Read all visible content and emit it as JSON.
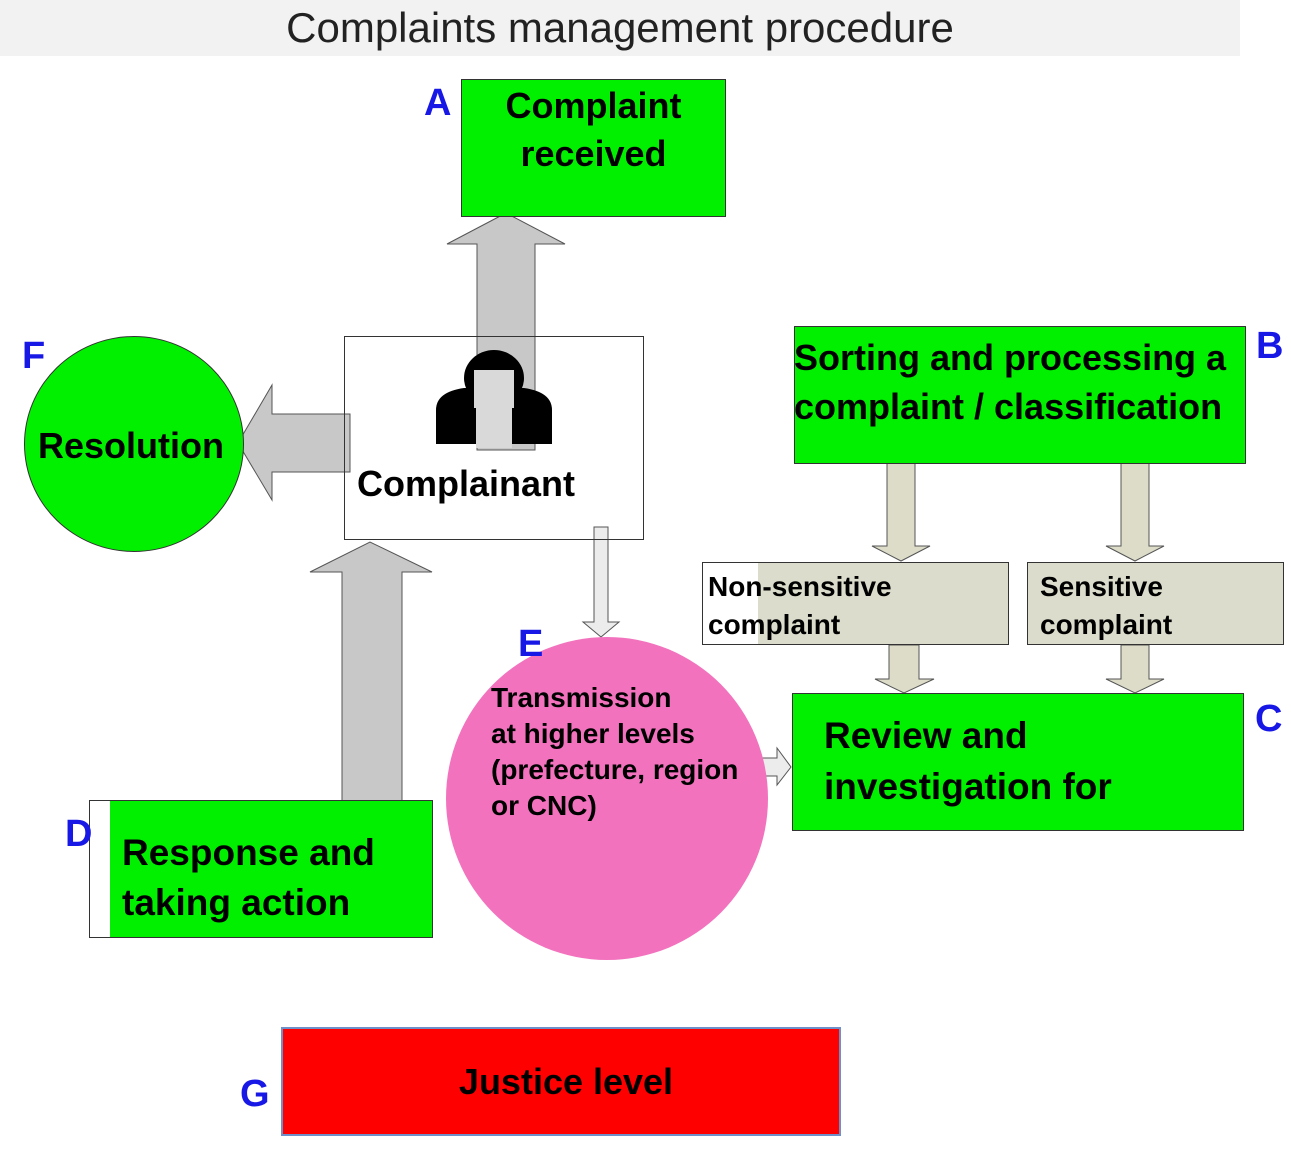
{
  "title": "Complaints management procedure",
  "nodes": {
    "complaint_received": {
      "letter": "A",
      "line1": "Complaint",
      "line2": "received"
    },
    "sorting": {
      "letter": "B",
      "line1": "Sorting and processing a",
      "line2": "complaint / classification"
    },
    "review": {
      "letter": "C",
      "line1": "Review and",
      "line2": "investigation for"
    },
    "response": {
      "letter": "D",
      "line1": "Response and",
      "line2": "taking action"
    },
    "transmission": {
      "letter": "E",
      "line1": "Transmission",
      "line2": "at higher levels",
      "line3": "(prefecture, region",
      "line4": "or CNC)"
    },
    "resolution": {
      "letter": "F",
      "label": "Resolution"
    },
    "justice": {
      "letter": "G",
      "label": "Justice level"
    },
    "complainant": {
      "label": "Complainant",
      "icon": "person-icon"
    },
    "non_sensitive": {
      "line1": "Non-sensitive",
      "line2": "complaint"
    },
    "sensitive": {
      "line1": "Sensitive",
      "line2": "complaint"
    }
  },
  "colors": {
    "green": "#00f000",
    "pink": "#f272bd",
    "red": "#ff0000",
    "letter_blue": "#1717e6",
    "arrow_gray": "#c8c8c8",
    "arrow_beige": "#dcdcc8"
  }
}
